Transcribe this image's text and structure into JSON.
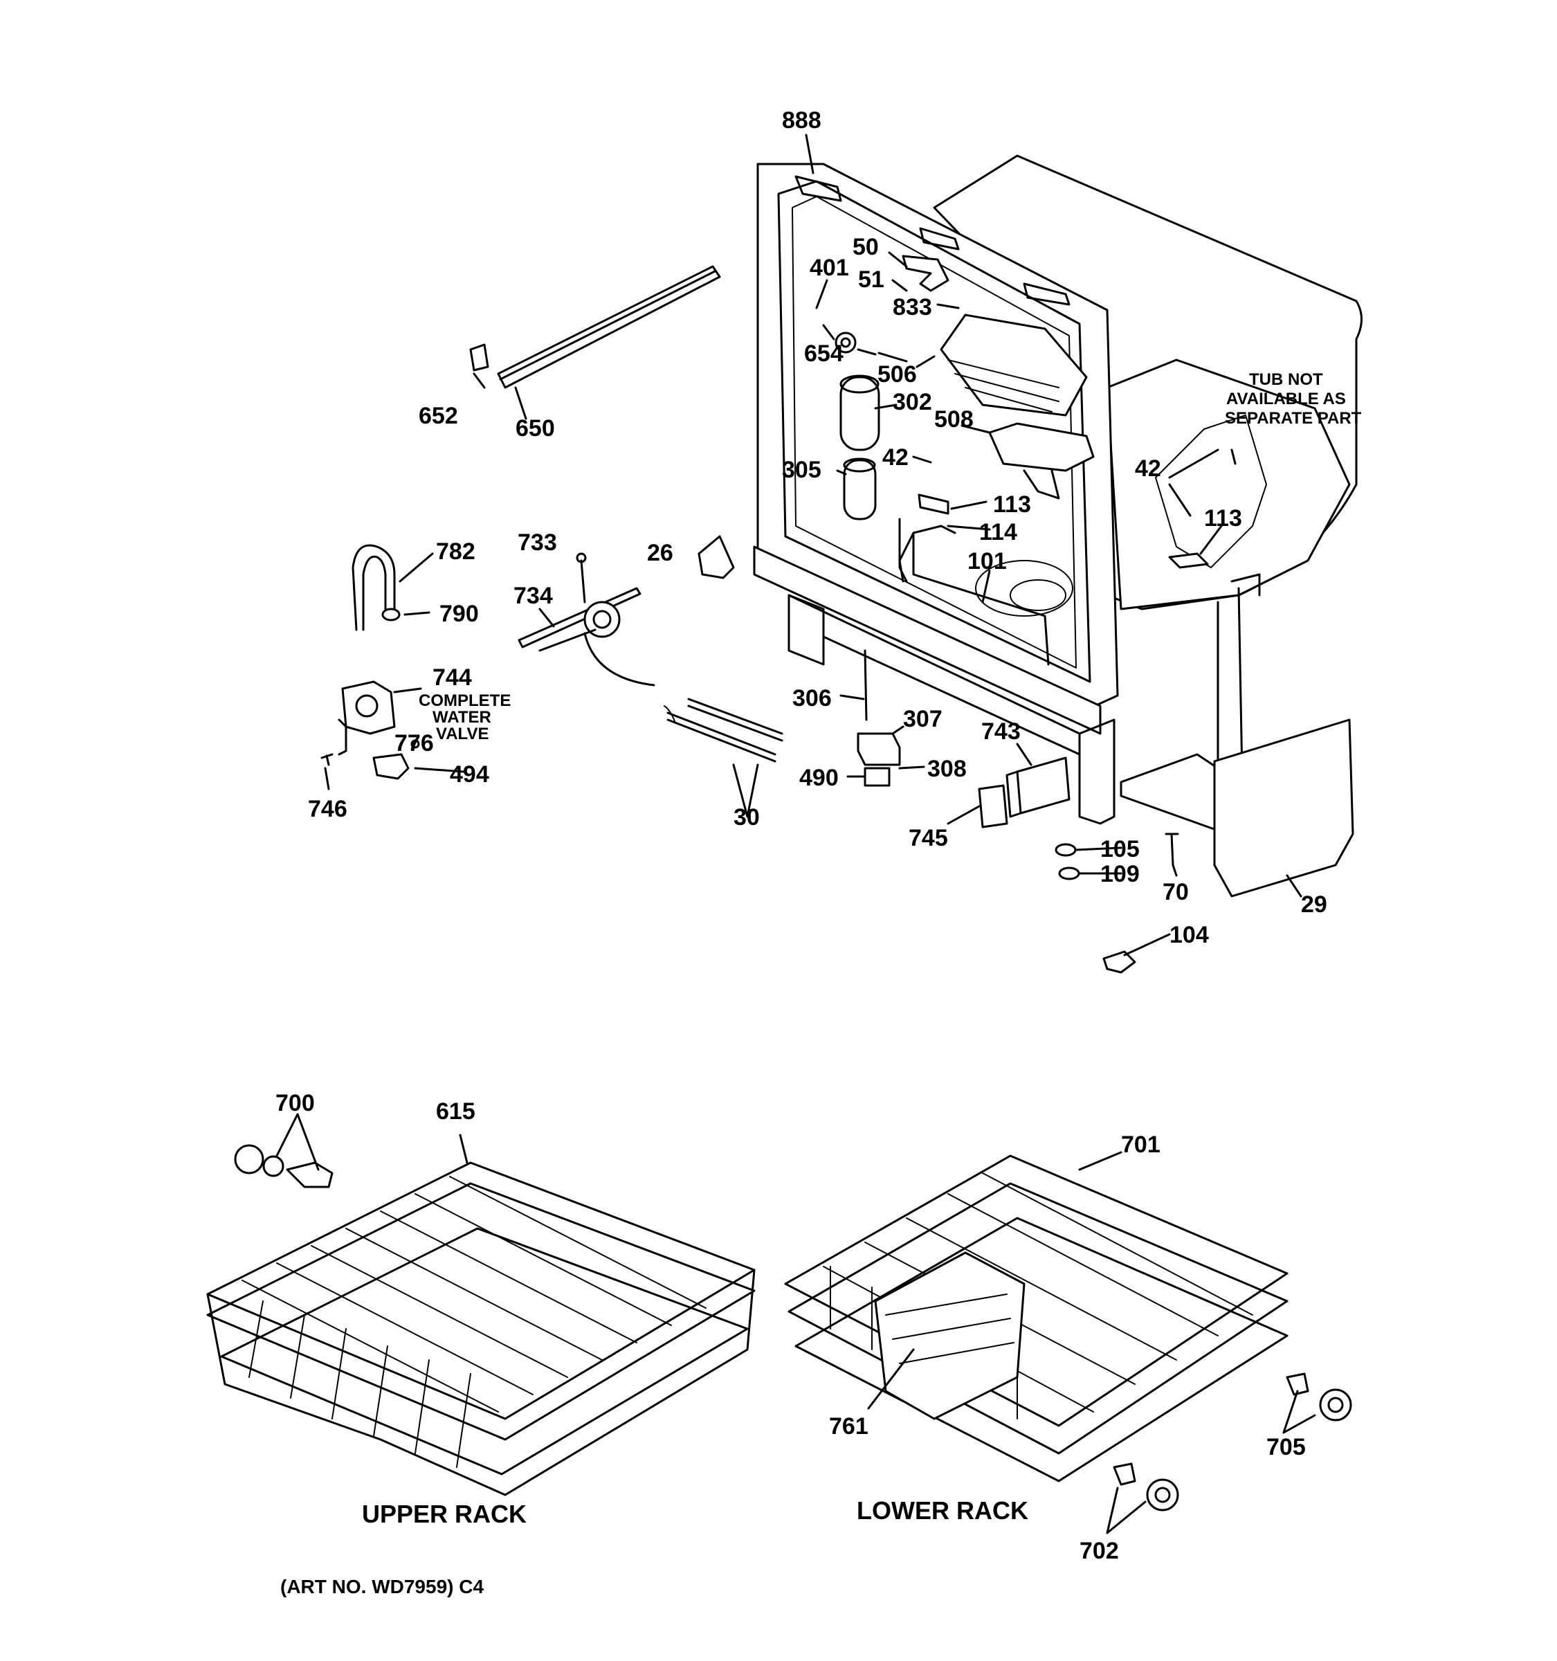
{
  "labels": {
    "l888": "888",
    "l50": "50",
    "l401": "401",
    "l51": "51",
    "l833": "833",
    "l654": "654",
    "l506": "506",
    "l652": "652",
    "l650": "650",
    "l302": "302",
    "l508": "508",
    "l305": "305",
    "l42a": "42",
    "l42b": "42",
    "l113a": "113",
    "l113b": "113",
    "l114": "114",
    "l101": "101",
    "l782": "782",
    "l733": "733",
    "l26": "26",
    "l734": "734",
    "l790": "790",
    "l744": "744",
    "l776": "776",
    "l494": "494",
    "l746": "746",
    "l30": "30",
    "l306": "306",
    "l307": "307",
    "l308": "308",
    "l490": "490",
    "l743": "743",
    "l745": "745",
    "l105": "105",
    "l109": "109",
    "l70": "70",
    "l29": "29",
    "l104": "104",
    "l700": "700",
    "l615": "615",
    "l701": "701",
    "l761": "761",
    "l705": "705",
    "l702": "702"
  },
  "notes": {
    "water_valve": [
      "COMPLETE",
      "WATER",
      "VALVE"
    ],
    "tub": [
      "TUB NOT",
      "AVAILABLE AS",
      "SEPARATE PART"
    ]
  },
  "captions": {
    "upper_rack": "UPPER RACK",
    "lower_rack": "LOWER RACK",
    "art_no": "(ART NO. WD7959) C4"
  }
}
